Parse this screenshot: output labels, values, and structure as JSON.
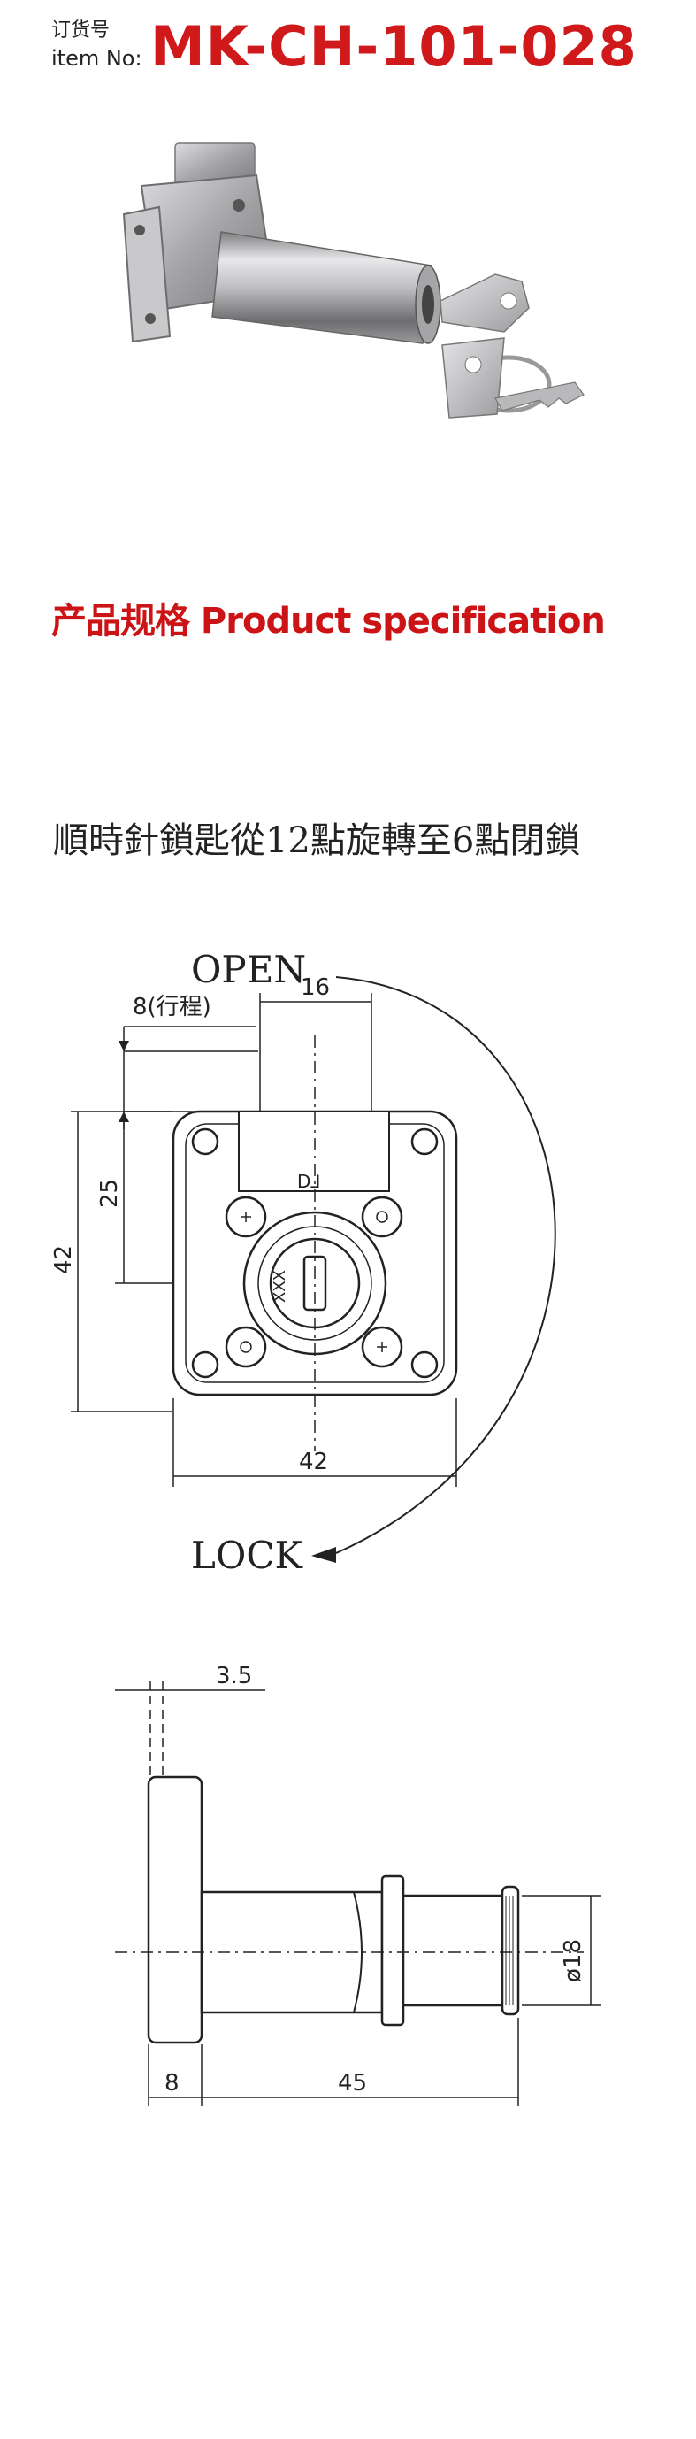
{
  "header": {
    "label_cn": "订货号",
    "label_en": "item No:",
    "item_number": "MK-CH-101-028"
  },
  "section_title": "产品规格 Product specification",
  "caption": "順時針鎖匙從12點旋轉至6點閉鎖",
  "front_view": {
    "open_label": "OPEN",
    "lock_label": "LOCK",
    "dim_width_top": "16",
    "dim_stroke": "8(行程)",
    "dim_25": "25",
    "dim_height": "42",
    "dim_width": "42",
    "key_mark": "XXX"
  },
  "side_view": {
    "dim_top": "3.5",
    "dim_diameter": "ø18",
    "dim_plate": "8",
    "dim_length": "45"
  }
}
